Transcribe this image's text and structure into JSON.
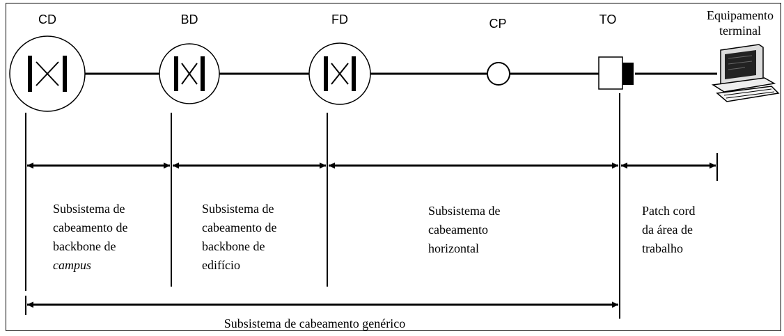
{
  "nodes": {
    "cd": "CD",
    "bd": "BD",
    "fd": "FD",
    "cp": "CP",
    "to": "TO",
    "terminal": [
      "Equipamento",
      "terminal"
    ]
  },
  "segments": {
    "campus": [
      "Subsistema de",
      "cabeamento de",
      "backbone de",
      "campus"
    ],
    "building": [
      "Subsistema de",
      "cabeamento de",
      "backbone de",
      "edifício"
    ],
    "horizontal": [
      "Subsistema de",
      "cabeamento",
      "horizontal"
    ],
    "work_area": [
      "Patch cord",
      "da área de",
      "trabalho"
    ]
  },
  "generic": "Subsistema de cabeamento genérico",
  "icons": {
    "distributor": "crossconnect-circle-icon",
    "consolidation_point": "circle-icon",
    "telecom_outlet": "outlet-icon",
    "terminal": "computer-icon"
  }
}
